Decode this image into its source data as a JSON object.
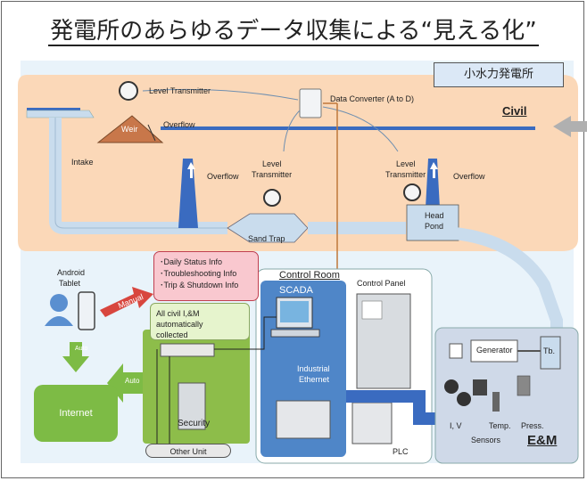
{
  "title": "発電所のあらゆるデータ収集による“見える化”",
  "site_label": "小水力発電所",
  "areas": {
    "civil": "Civil",
    "em": "E&M",
    "control_room": "Control Room"
  },
  "civil_labels": {
    "level_transmitter_top": "Level Transmitter",
    "weir": "Weir",
    "overflow_weir": "Overflow",
    "data_converter": "Data Converter (A to D)",
    "intake": "Intake",
    "overflow_mid": "Overflow",
    "level_transmitter_mid_1": "Level",
    "level_transmitter_mid_2": "Transmitter",
    "level_transmitter_right_1": "Level",
    "level_transmitter_right_2": "Transmitter",
    "overflow_right": "Overflow",
    "sand_trap": "Sand Trap",
    "head_pond_1": "Head",
    "head_pond_2": "Pond"
  },
  "info_box": {
    "line1": "･Daily Status Info",
    "line2": "･Troubleshooting Info",
    "line3": "･Trip & Shutdown Info"
  },
  "collect_box": {
    "line1": "All civil I,&M",
    "line2": "automatically",
    "line3": "collected"
  },
  "left": {
    "tablet_1": "Android",
    "tablet_2": "Tablet",
    "manual": "Manual",
    "auto_down": "Auto",
    "auto_left": "Auto",
    "internet": "Internet",
    "security": "Security",
    "other_unit": "Other Unit"
  },
  "control": {
    "scada": "SCADA",
    "control_panel": "Control Panel",
    "ethernet_1": "Industrial",
    "ethernet_2": "Ethernet",
    "plc": "PLC"
  },
  "em_labels": {
    "generator": "Generator",
    "turbine": "Tb.",
    "iv": "I, V",
    "temp": "Temp.",
    "press": "Press.",
    "sensors": "Sensors"
  },
  "colors": {
    "civil_bg": "#fbd8b8",
    "water": "#3a6bc0",
    "pipe": "#c9dced",
    "control_room": "#4f86c8",
    "em_bg": "#cfd9e8",
    "security_bg": "#8dbd4a",
    "internet": "#7dbb45",
    "info_box": "#f9c8cf",
    "collect_box": "#e6f4cd",
    "wire": "#c0783a"
  }
}
